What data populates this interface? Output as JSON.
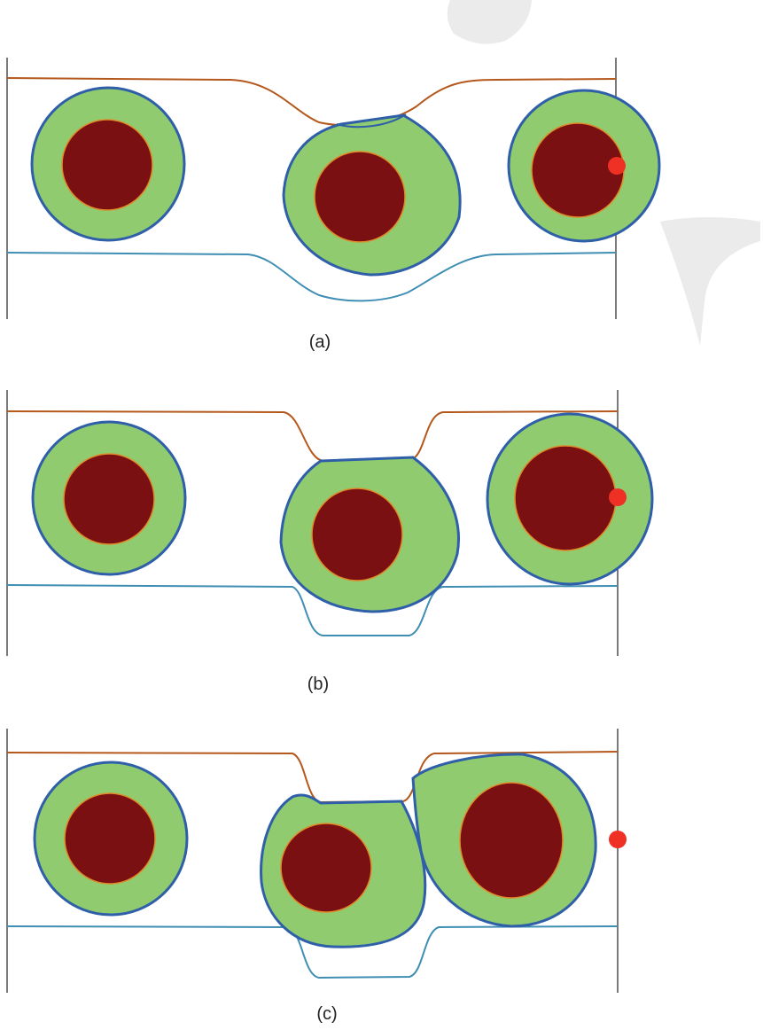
{
  "panels": [
    {
      "id": "a",
      "caption": "(a)"
    },
    {
      "id": "b",
      "caption": "(b)"
    },
    {
      "id": "c",
      "caption": "(c)"
    }
  ],
  "colors": {
    "membrane_fill": "#90CB6F",
    "membrane_edge": "#2E5FA8",
    "nucleus_fill": "#7A1012",
    "nucleus_edge": "#E08A2A",
    "top_wall": "#B4581C",
    "bottom_wall": "#3F8EB3",
    "marker": "#EE3124",
    "watermark": "#EBEBEB"
  }
}
